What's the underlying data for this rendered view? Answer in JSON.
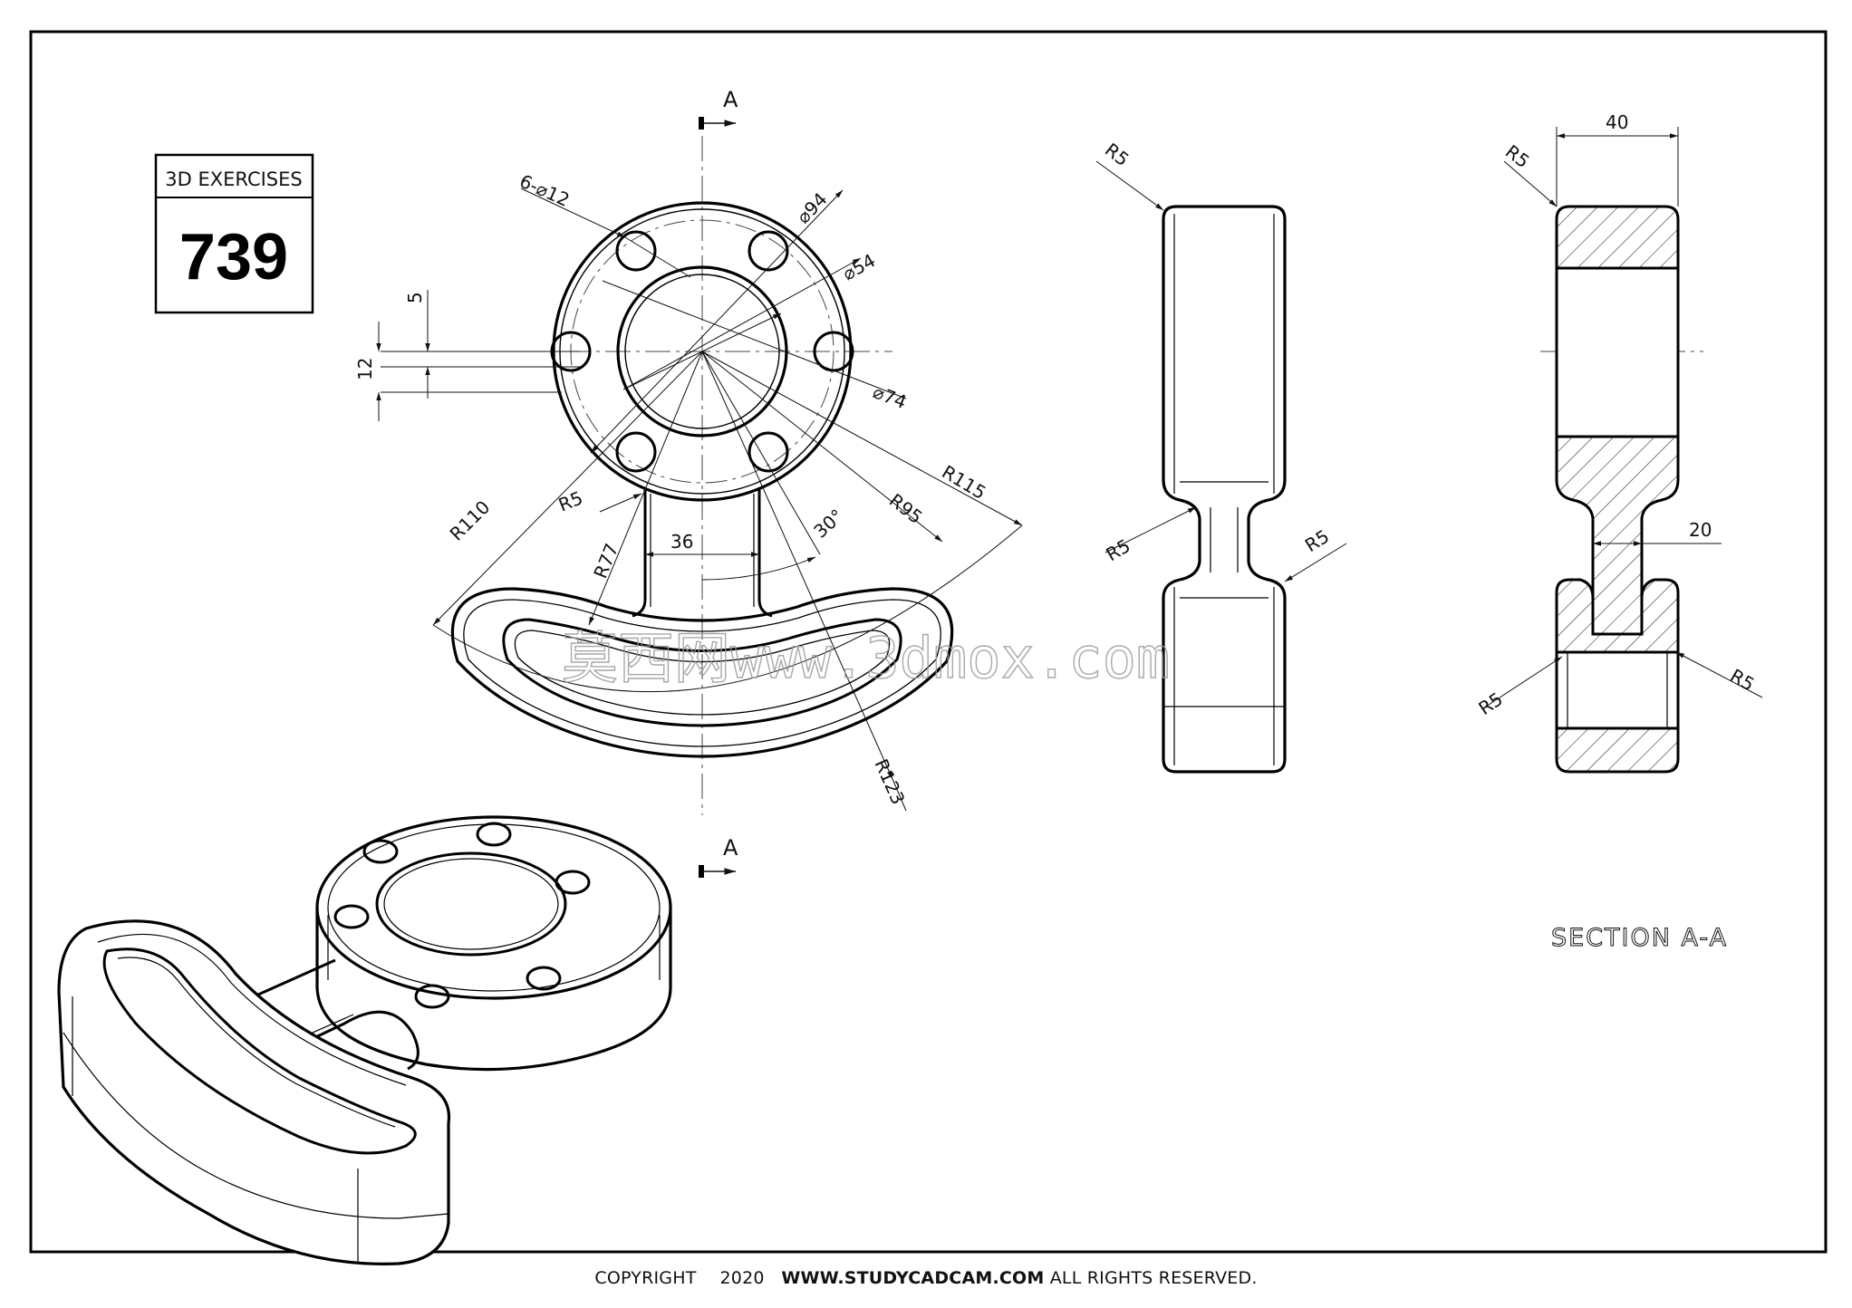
{
  "title_box": {
    "label": "3D EXERCISES",
    "number": "739"
  },
  "section_marks": {
    "letter": "A"
  },
  "dimensions": {
    "holes": "6-⌀12",
    "d94": "⌀94",
    "d54": "⌀54",
    "d74": "⌀74",
    "v5": "5",
    "v12": "12",
    "r5": "R5",
    "r110": "R110",
    "r77": "R77",
    "w36": "36",
    "a30": "30°",
    "r95": "R95",
    "r115": "R115",
    "r123": "R123",
    "w40": "40",
    "w20": "20"
  },
  "section_label": "SECTION A-A",
  "watermark": "莫西网www.3dmox.com",
  "footer": {
    "copyright": "COPYRIGHT",
    "year": "2020",
    "site": "WWW.STUDYCADCAM.COM",
    "rights": "ALL RIGHTS RESERVED."
  }
}
